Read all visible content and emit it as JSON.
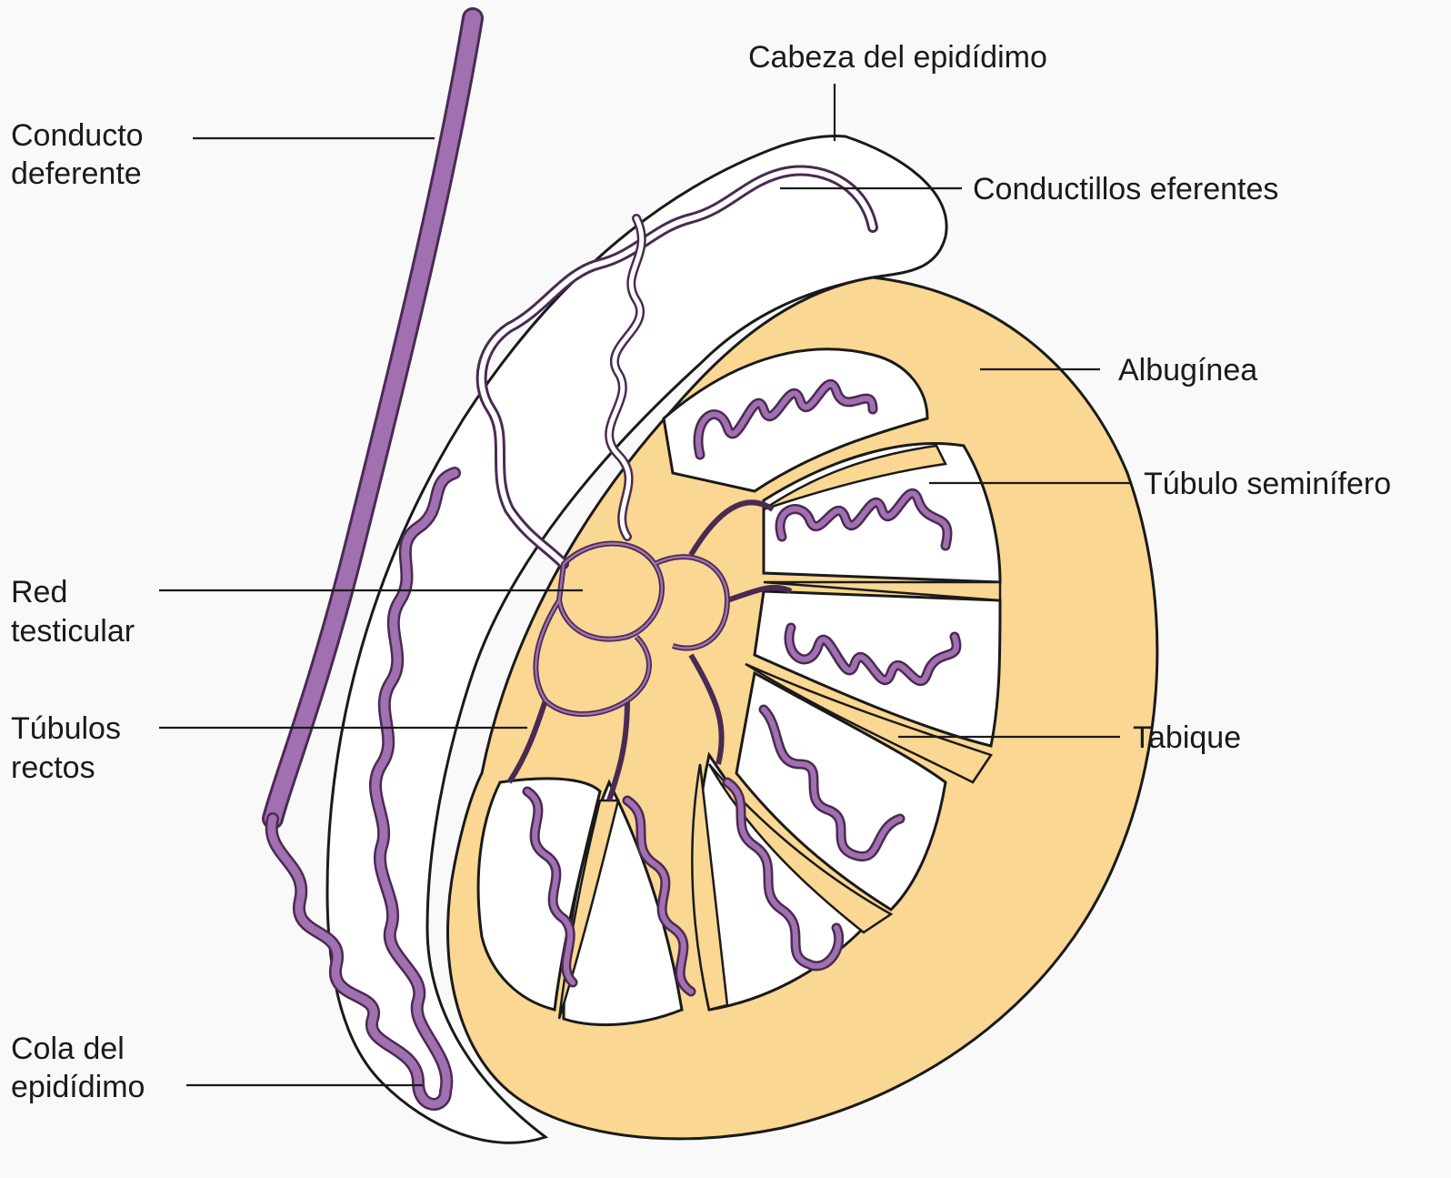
{
  "labels": {
    "conducto_deferente": [
      "Conducto",
      "deferente"
    ],
    "cabeza_epididimo": "Cabeza del epidídimo",
    "conductillos_eferentes": "Conductillos eferentes",
    "albuginea": "Albugínea",
    "tubulo_seminifero": "Túbulo seminífero",
    "red_testicular": [
      "Red",
      "testicular"
    ],
    "tubulos_rectos": [
      "Túbulos",
      "rectos"
    ],
    "tabique": "Tabique",
    "cola_epididimo": [
      "Cola del",
      "epidídimo"
    ]
  },
  "colors": {
    "background": "#f9f9f9",
    "tubule": "#a070b0",
    "tubule_outline": "#4a2a52",
    "tunica": "#fad792",
    "outline": "#1a1a1a",
    "lobule": "#ffffff"
  }
}
